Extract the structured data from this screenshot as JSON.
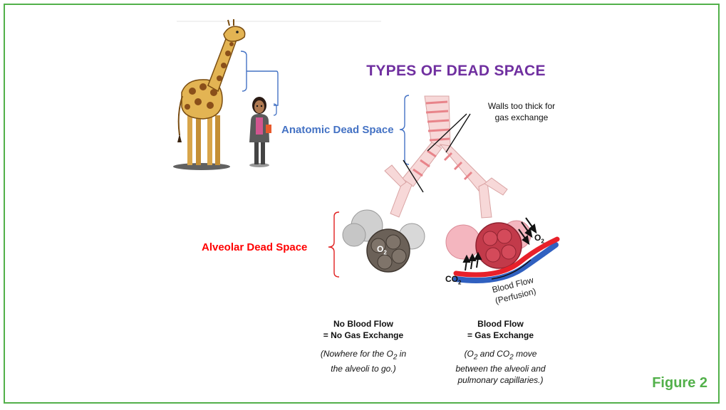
{
  "title": "TYPES OF DEAD SPACE",
  "labels": {
    "anatomic": "Anatomic Dead Space",
    "alveolar": "Alveolar Dead Space",
    "walls_line1": "Walls too thick for",
    "walls_line2": "gas exchange",
    "o2": "O",
    "co2": "CO",
    "sub2": "2",
    "blood_flow_line1": "Blood Flow",
    "blood_flow_line2": "(Perfusion)"
  },
  "left_column": {
    "heading1": "No Blood Flow",
    "heading2": "= No Gas Exchange",
    "note_line1": "(Nowhere for the O",
    "note_sub": "2",
    "note_line1_end": " in",
    "note_line2": "the alveoli to go.)"
  },
  "right_column": {
    "heading1": "Blood Flow",
    "heading2": "= Gas Exchange",
    "note_a": "(O",
    "note_sub1": "2",
    "note_b": " and CO",
    "note_sub2": "2",
    "note_c": " move",
    "note_line2": "between the alveoli and",
    "note_line3": "pulmonary capillaries.)"
  },
  "figure_label": "Figure 2",
  "colors": {
    "frame": "#52b04a",
    "title": "#7030a0",
    "anatomic": "#4472c4",
    "alveolar": "#ff0000",
    "capillary_red": "#e8202a",
    "capillary_blue": "#3060c0"
  }
}
